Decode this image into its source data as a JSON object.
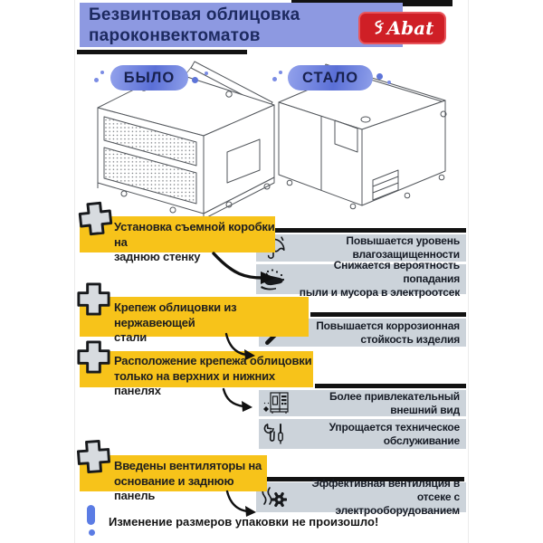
{
  "header": {
    "title_line1": "Безвинтовая облицовка",
    "title_line2": "пароконвектоматов",
    "brand": "Abat"
  },
  "comparison": {
    "before_label": "БЫЛО",
    "after_label": "СТАЛО"
  },
  "changes": [
    {
      "line1": "Установка съемной коробки на",
      "line2": "заднюю стенку"
    },
    {
      "line1": "Крепеж облицовки из нержавеющей",
      "line2": "стали"
    },
    {
      "line1": "Расположение крепежа облицовки",
      "line2": "только на верхних и нижних панелях"
    },
    {
      "line1": "Введены вентиляторы на",
      "line2": "основание  и заднюю панель"
    }
  ],
  "benefits": [
    {
      "icon": "umbrella-rain-icon",
      "line1": "Повышается уровень",
      "line2": "влагозащищенности"
    },
    {
      "icon": "dust-sweep-hand-icon",
      "line1": "Снижается вероятность попадания",
      "line2": "пыли и мусора в электроотсек"
    },
    {
      "icon": "nail-icon",
      "line1": "Повышается коррозионная",
      "line2": "стойкость изделия"
    },
    {
      "icon": "oven-sparkle-icon",
      "line1": "Более привлекательный",
      "line2": "внешний вид"
    },
    {
      "icon": "tools-icon",
      "line1": "Упрощается техническое",
      "line2": "обслуживание"
    },
    {
      "icon": "ventilation-gear-icon",
      "line1": "Эффективная вентиляция в отсеке с",
      "line2": "электрооборудованием"
    }
  ],
  "footer": {
    "note": "Изменение размеров упаковки не произошло!"
  },
  "colors": {
    "header_blue": "#8d99e1",
    "title_navy": "#1d2a60",
    "brand_red": "#cf1f26",
    "accent_yellow": "#f7c31a",
    "panel_gray": "#ccd3da",
    "bar_black": "#121212",
    "exclaim_blue": "#5b7ce4"
  }
}
